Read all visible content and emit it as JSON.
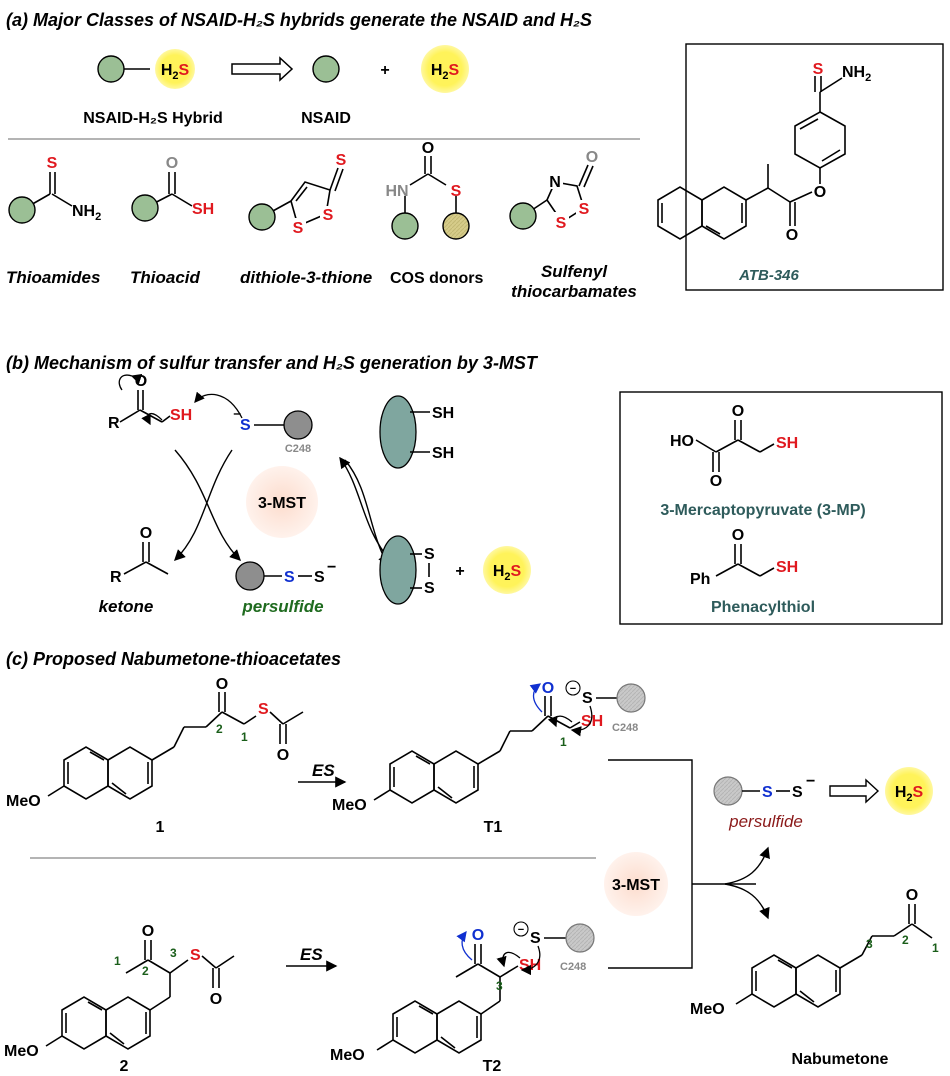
{
  "section_a": {
    "title": "(a) Major Classes of NSAID-H₂S hybrids generate the NSAID and H₂S",
    "hybrid_label": "NSAID-H₂S Hybrid",
    "nsaid_label": "NSAID",
    "h2s": "H₂S",
    "plus": "+",
    "classes": [
      "Thioamides",
      "Thioacid",
      "dithiole-3-thione",
      "COS donors",
      "Sulfenyl",
      "thiocarbamates"
    ],
    "box_label": "ATB-346",
    "atoms": {
      "S": "S",
      "NH2": "NH₂",
      "SH": "SH",
      "O": "O",
      "HN": "HN",
      "N": "N"
    }
  },
  "section_b": {
    "title": "(b) Mechanism of sulfur transfer and H₂S generation by 3-MST",
    "enzyme": "3-MST",
    "c248": "C248",
    "ketone": "ketone",
    "persulfide": "persulfide",
    "r": "R",
    "sh": "SH",
    "s_minus": "⁻S",
    "ss": "S–S⁻",
    "h2s": "H₂S",
    "plus": "+",
    "box": {
      "mp_label": "3-Mercaptopyruvate (3-MP)",
      "ho": "HO",
      "ph": "Ph",
      "pt_label": "Phenacylthiol"
    }
  },
  "section_c": {
    "title": "(c) Proposed Nabumetone-thioacetates",
    "compound1": "1",
    "compound2": "2",
    "t1": "T1",
    "t2": "T2",
    "es": "ES",
    "meo": "MeO",
    "enzyme": "3-MST",
    "persulfide": "persulfide",
    "h2s": "H₂S",
    "product": "Nabumetone",
    "c248": "C248",
    "nums": [
      "1",
      "2",
      "3"
    ]
  },
  "colors": {
    "green_ball": "#9bbf95",
    "gray_ball": "#c8c8c8",
    "yellow_glow": "#fff35a",
    "enzyme_glow": "#fde6dc",
    "sulfur_red": "#e0191f",
    "sulfur_blue": "#1030d0",
    "teal_label": "#2e5b5b",
    "green_label": "#1f6b1f",
    "persulfide_red": "#8b1a1a"
  }
}
